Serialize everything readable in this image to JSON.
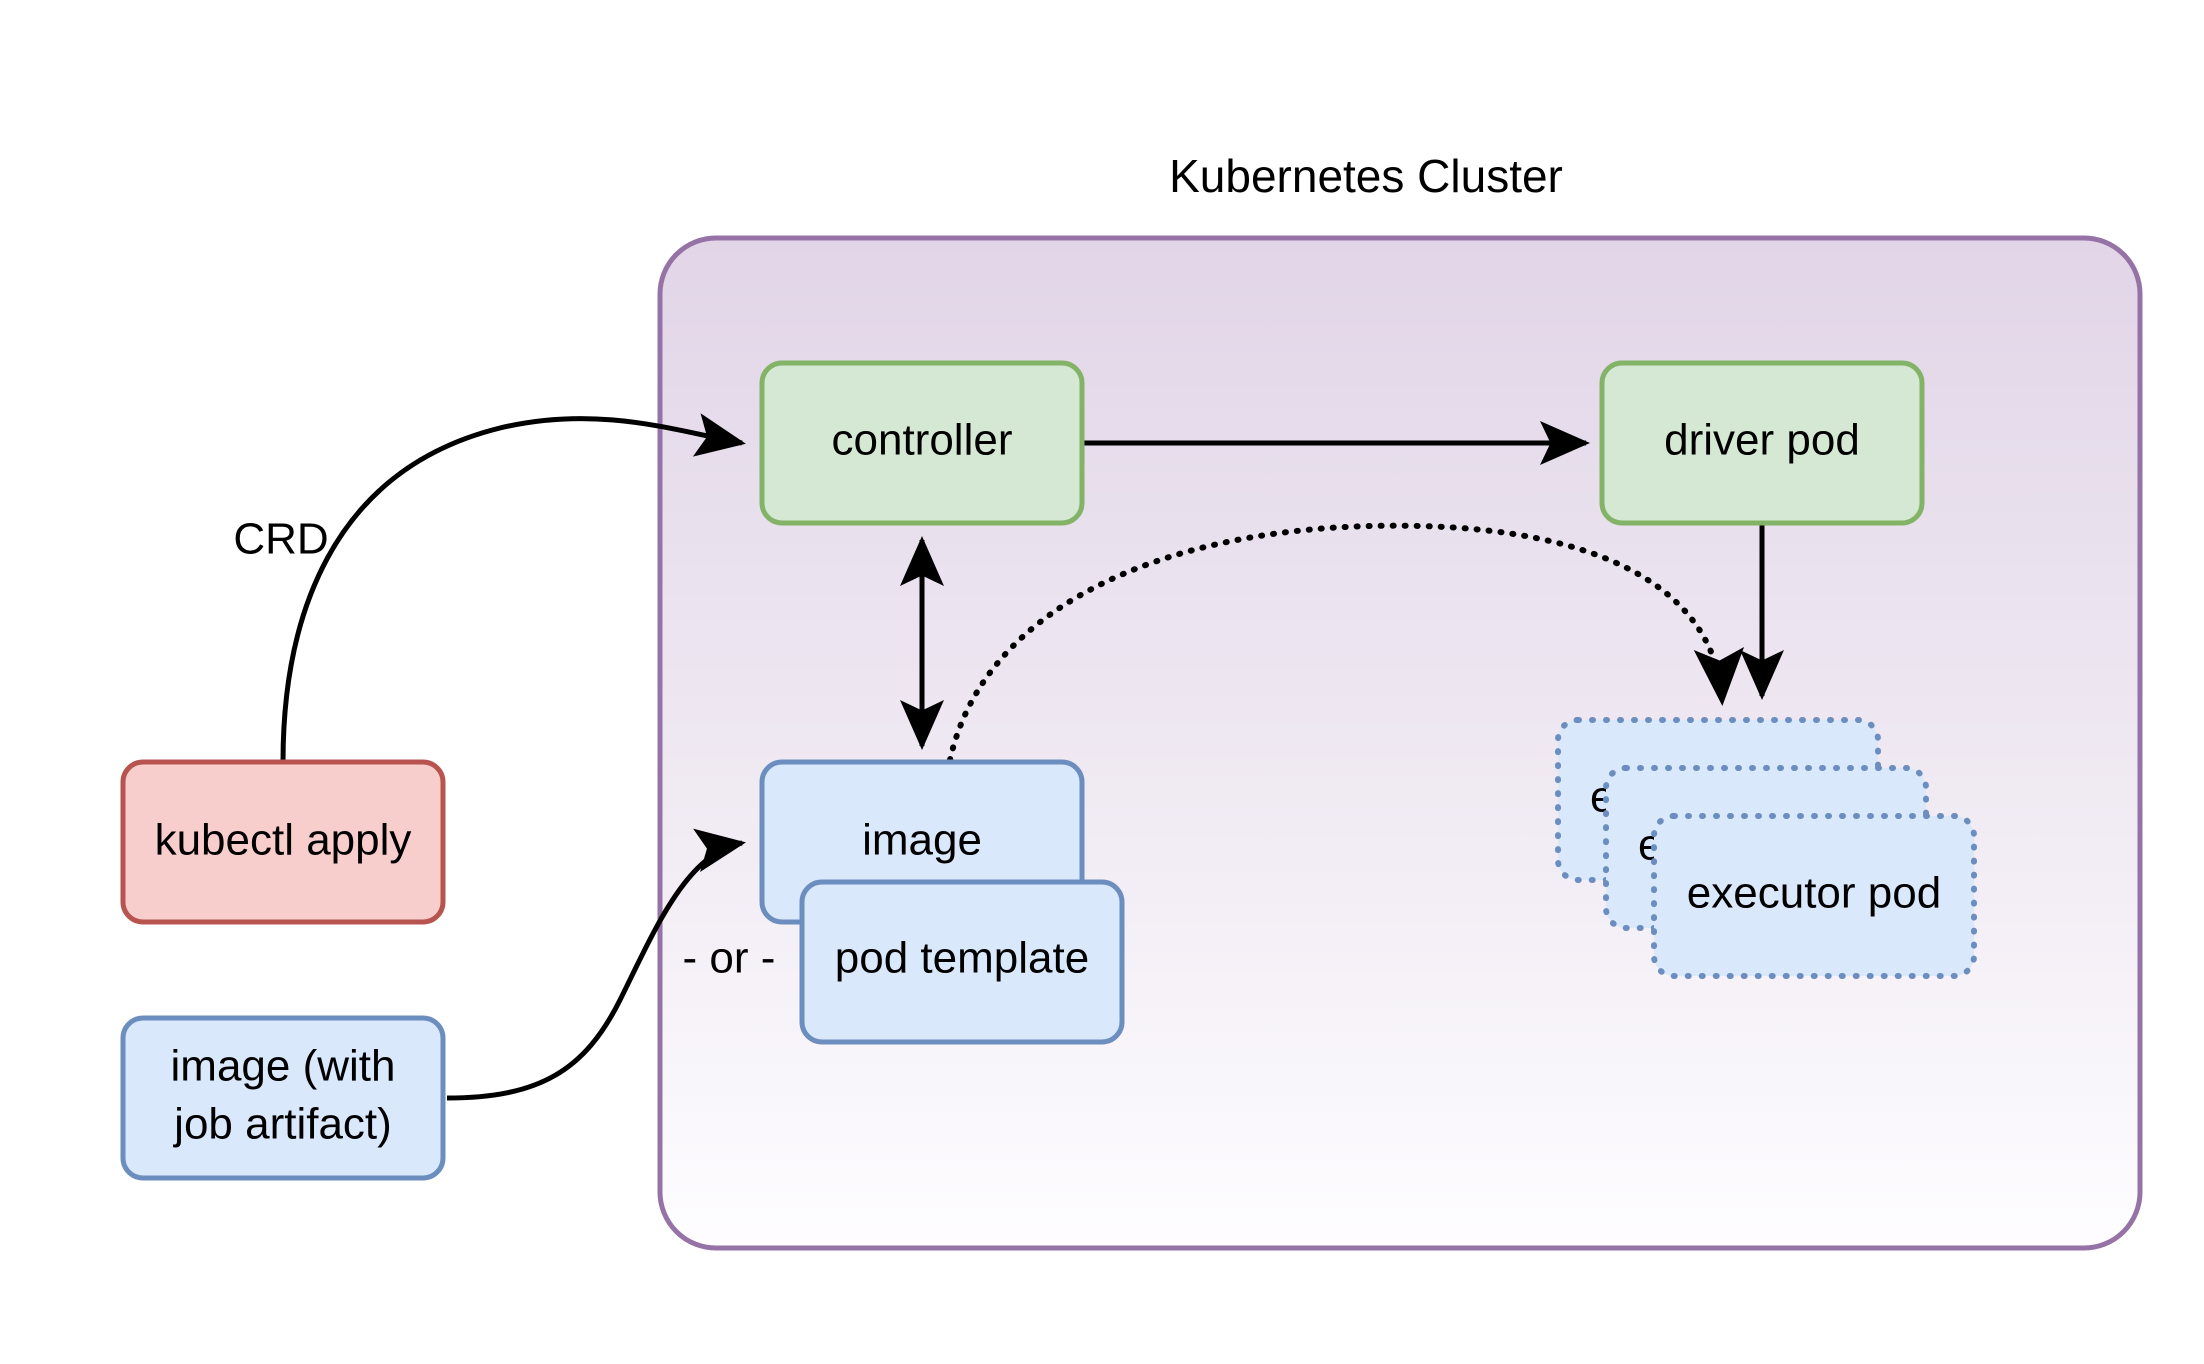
{
  "diagram": {
    "title": "Kubernetes Cluster",
    "background_color": "#ffffff",
    "cluster": {
      "label": "Kubernetes Cluster",
      "border_color": "#9673a6",
      "fill_top_color": "#e1d5e7",
      "fill_bottom_color": "#fdfcfd"
    },
    "palette": {
      "green_fill": "#d5e8d4",
      "green_stroke": "#82b366",
      "blue_fill": "#dae8fc",
      "blue_stroke": "#6c8ebf",
      "red_fill": "#f8cecc",
      "red_stroke": "#b85450",
      "edge_color": "#000000"
    },
    "nodes": {
      "kubectl_apply": {
        "label": "kubectl apply",
        "style": "red-solid"
      },
      "image_job_artifact_line1": {
        "label": "image (with"
      },
      "image_job_artifact_line2": {
        "label": "job artifact)"
      },
      "controller": {
        "label": "controller",
        "style": "green-solid"
      },
      "driver_pod": {
        "label": "driver pod",
        "style": "green-solid"
      },
      "image": {
        "label": "image",
        "style": "blue-solid"
      },
      "pod_template": {
        "label": "pod template",
        "style": "blue-solid"
      },
      "executor_pod_back": {
        "label": "executor pod",
        "visible_text": "e",
        "style": "blue-dotted"
      },
      "executor_pod_middle": {
        "label": "executor pod",
        "visible_text": "e",
        "style": "blue-dotted"
      },
      "executor_pod_front": {
        "label": "executor pod",
        "visible_text": "executor pod",
        "style": "blue-dotted"
      }
    },
    "edge_labels": {
      "crd": "CRD",
      "or": "- or -"
    },
    "edges": [
      {
        "from": "kubectl apply",
        "to": "controller",
        "label": "CRD",
        "style": "solid-arrow"
      },
      {
        "from": "image (with job artifact)",
        "to": "image",
        "label": "",
        "style": "solid-arrow"
      },
      {
        "from": "controller",
        "to": "driver pod",
        "label": "",
        "style": "solid-arrow"
      },
      {
        "from": "controller",
        "to": "image",
        "label": "",
        "style": "solid-bidirectional-arrow"
      },
      {
        "from": "image",
        "to": "executor pod",
        "label": "",
        "style": "dotted-arrow"
      },
      {
        "from": "driver pod",
        "to": "executor pod",
        "label": "",
        "style": "solid-arrow"
      }
    ]
  }
}
